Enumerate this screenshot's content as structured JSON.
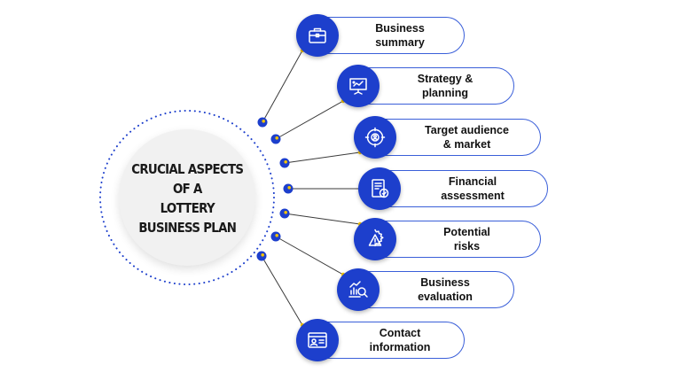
{
  "hub": {
    "title": "CRUCIAL ASPECTS\nOF A\nLOTTERY\nBUSINESS PLAN"
  },
  "colors": {
    "accent": "#1d3fcc",
    "outline": "#3a5fd9",
    "hub_fill": "#f1f1f1",
    "text": "#111111"
  },
  "aspects": [
    {
      "label": "Business\nsummary",
      "icon": "briefcase-icon"
    },
    {
      "label": "Strategy &\nplanning",
      "icon": "presentation-board-icon"
    },
    {
      "label": "Target audience\n& market",
      "icon": "audience-target-icon"
    },
    {
      "label": "Financial\nassessment",
      "icon": "financial-report-icon"
    },
    {
      "label": "Potential\nrisks",
      "icon": "risk-warning-icon"
    },
    {
      "label": "Business\nevaluation",
      "icon": "analytics-magnifier-icon"
    },
    {
      "label": "Contact\ninformation",
      "icon": "contact-card-icon"
    }
  ]
}
